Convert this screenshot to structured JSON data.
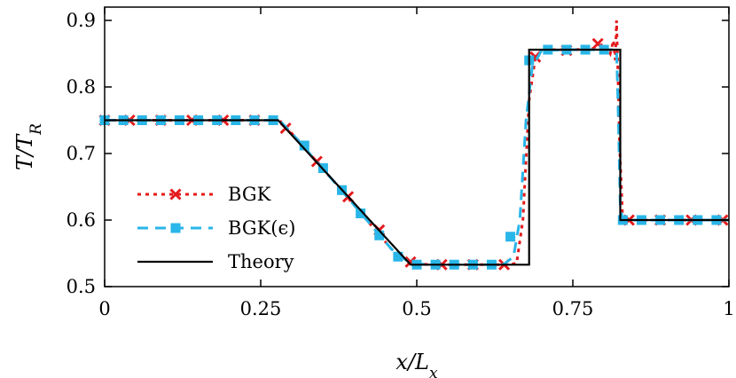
{
  "chart_data": {
    "type": "line",
    "xlabel": "x/L_x",
    "ylabel": "T/T_R",
    "xlim": [
      0,
      1
    ],
    "ylim": [
      0.5,
      0.92
    ],
    "xticks": [
      {
        "value": 0,
        "label": "0"
      },
      {
        "value": 0.25,
        "label": "0.25"
      },
      {
        "value": 0.5,
        "label": "0.5"
      },
      {
        "value": 0.75,
        "label": "0.75"
      },
      {
        "value": 1,
        "label": "1"
      }
    ],
    "yticks": [
      {
        "value": 0.5,
        "label": "0.5"
      },
      {
        "value": 0.6,
        "label": "0.6"
      },
      {
        "value": 0.7,
        "label": "0.7"
      },
      {
        "value": 0.8,
        "label": "0.8"
      },
      {
        "value": 0.9,
        "label": "0.9"
      }
    ],
    "grid": false,
    "legend_position": "left",
    "series": [
      {
        "name": "BGK",
        "color": "#e41a1c",
        "line_style": "dotted",
        "marker": "x",
        "x": [
          0.0,
          0.05,
          0.1,
          0.15,
          0.2,
          0.25,
          0.28,
          0.31,
          0.34,
          0.37,
          0.4,
          0.43,
          0.46,
          0.49,
          0.52,
          0.55,
          0.58,
          0.61,
          0.64,
          0.66,
          0.67,
          0.68,
          0.69,
          0.7,
          0.72,
          0.75,
          0.78,
          0.8,
          0.81,
          0.815,
          0.818,
          0.82,
          0.822,
          0.825,
          0.83,
          0.84,
          0.87,
          0.9,
          0.95,
          1.0
        ],
        "y": [
          0.75,
          0.75,
          0.75,
          0.75,
          0.75,
          0.75,
          0.75,
          0.72,
          0.687,
          0.655,
          0.622,
          0.589,
          0.556,
          0.535,
          0.533,
          0.533,
          0.533,
          0.533,
          0.533,
          0.535,
          0.6,
          0.78,
          0.845,
          0.855,
          0.856,
          0.856,
          0.857,
          0.865,
          0.85,
          0.87,
          0.84,
          0.9,
          0.83,
          0.71,
          0.6,
          0.6,
          0.6,
          0.6,
          0.6,
          0.6
        ],
        "marker_x": [
          0.0,
          0.04,
          0.09,
          0.14,
          0.19,
          0.24,
          0.29,
          0.34,
          0.39,
          0.44,
          0.49,
          0.54,
          0.59,
          0.64,
          0.69,
          0.74,
          0.79,
          0.84,
          0.89,
          0.94,
          0.99
        ],
        "marker_y": [
          0.75,
          0.75,
          0.75,
          0.75,
          0.75,
          0.75,
          0.738,
          0.688,
          0.635,
          0.585,
          0.537,
          0.533,
          0.533,
          0.533,
          0.845,
          0.855,
          0.865,
          0.6,
          0.6,
          0.6,
          0.6
        ]
      },
      {
        "name": "BGK(ϵ)",
        "color": "#29b6e8",
        "line_style": "dashed",
        "marker": "square",
        "x": [
          0.0,
          0.05,
          0.1,
          0.15,
          0.2,
          0.25,
          0.28,
          0.31,
          0.34,
          0.37,
          0.4,
          0.43,
          0.46,
          0.49,
          0.52,
          0.55,
          0.58,
          0.61,
          0.64,
          0.655,
          0.665,
          0.675,
          0.685,
          0.7,
          0.75,
          0.8,
          0.82,
          0.823,
          0.826,
          0.83,
          0.85,
          0.9,
          0.95,
          1.0
        ],
        "y": [
          0.75,
          0.75,
          0.75,
          0.75,
          0.75,
          0.75,
          0.75,
          0.72,
          0.687,
          0.655,
          0.622,
          0.589,
          0.556,
          0.535,
          0.533,
          0.533,
          0.533,
          0.533,
          0.534,
          0.545,
          0.6,
          0.75,
          0.83,
          0.855,
          0.856,
          0.856,
          0.856,
          0.75,
          0.62,
          0.6,
          0.6,
          0.6,
          0.6,
          0.6
        ],
        "marker_x": [
          0.0,
          0.03,
          0.06,
          0.09,
          0.12,
          0.15,
          0.18,
          0.21,
          0.24,
          0.27,
          0.32,
          0.35,
          0.38,
          0.41,
          0.44,
          0.47,
          0.5,
          0.53,
          0.56,
          0.59,
          0.62,
          0.65,
          0.68,
          0.71,
          0.74,
          0.77,
          0.8,
          0.83,
          0.86,
          0.89,
          0.92,
          0.95,
          0.98
        ],
        "marker_y": [
          0.75,
          0.75,
          0.75,
          0.75,
          0.75,
          0.75,
          0.75,
          0.75,
          0.75,
          0.75,
          0.712,
          0.678,
          0.645,
          0.61,
          0.577,
          0.545,
          0.533,
          0.533,
          0.533,
          0.533,
          0.533,
          0.575,
          0.84,
          0.856,
          0.856,
          0.856,
          0.856,
          0.6,
          0.6,
          0.6,
          0.6,
          0.6,
          0.6
        ]
      },
      {
        "name": "Theory",
        "color": "#000000",
        "line_style": "solid",
        "marker": "none",
        "x": [
          0.0,
          0.278,
          0.49,
          0.68,
          0.68,
          0.826,
          0.826,
          1.0
        ],
        "y": [
          0.75,
          0.75,
          0.533,
          0.533,
          0.856,
          0.856,
          0.6,
          0.6
        ]
      }
    ]
  }
}
